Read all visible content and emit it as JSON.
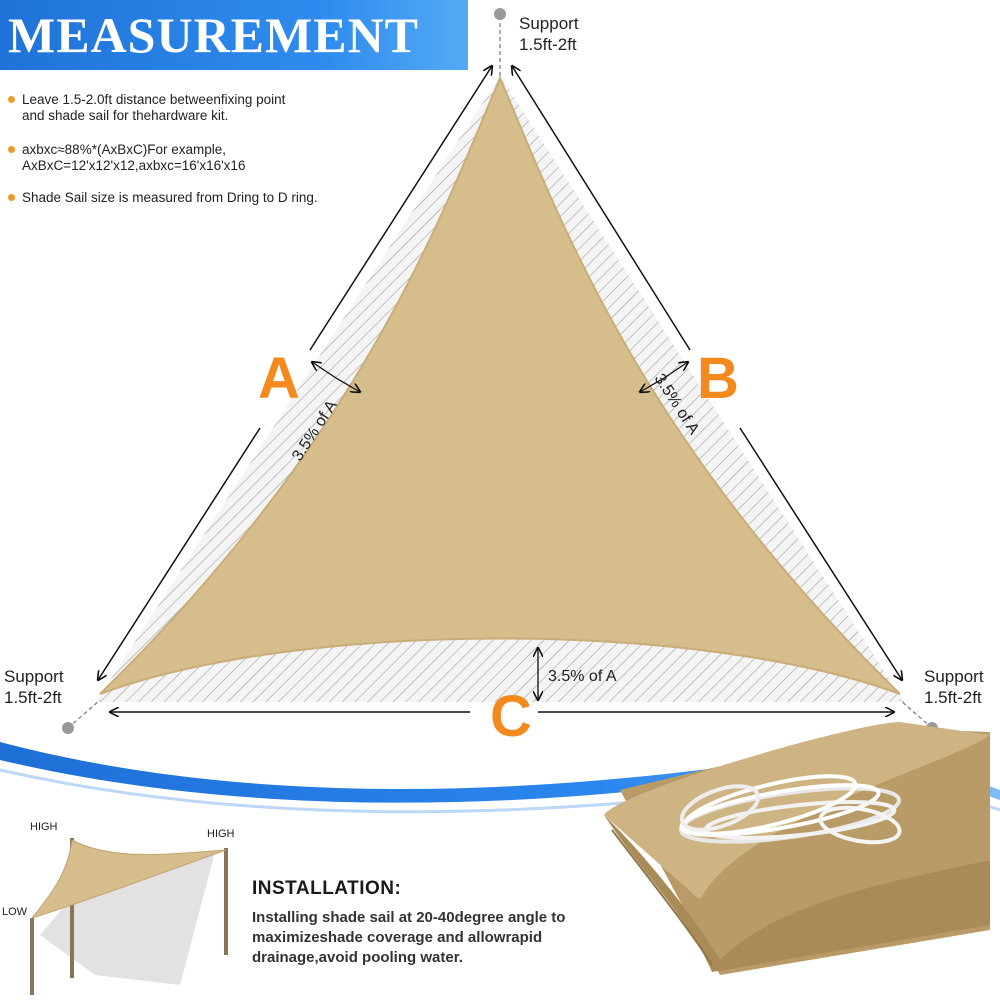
{
  "title": "MEASUREMENT",
  "notes": [
    {
      "line1": "Leave 1.5-2.0ft distance betweenfixing point",
      "line2": "and shade sail for thehardware kit."
    },
    {
      "line1": "axbxc≈88%*(AxBxC)For example,",
      "line2": "AxBxC=12'x12'x12,axbxc=16'x16'x16"
    },
    {
      "line1": "Shade Sail size is measured from Dring to D ring.",
      "line2": ""
    }
  ],
  "supports": {
    "top": {
      "label": "Support",
      "value": "1.5ft-2ft"
    },
    "left": {
      "label": "Support",
      "value": "1.5ft-2ft"
    },
    "right": {
      "label": "Support",
      "value": "1.5ft-2ft"
    }
  },
  "sides": {
    "a": "A",
    "b": "B",
    "c": "C"
  },
  "curve_label": "3.5% of A",
  "installation": {
    "title": "INSTALLATION:",
    "text": "Installing shade sail at 20-40degree angle to maximizeshade coverage and allowrapid drainage,avoid pooling water."
  },
  "mini_diagram": {
    "high_left": "HIGH",
    "high_right": "HIGH",
    "low": "LOW"
  },
  "colors": {
    "sail": "#d6bd8c",
    "sail_edge": "#c9ad78",
    "accent_orange": "#f48a1e",
    "banner_blue": "#1f73d8",
    "wave_blue": "#1e6fd6"
  }
}
